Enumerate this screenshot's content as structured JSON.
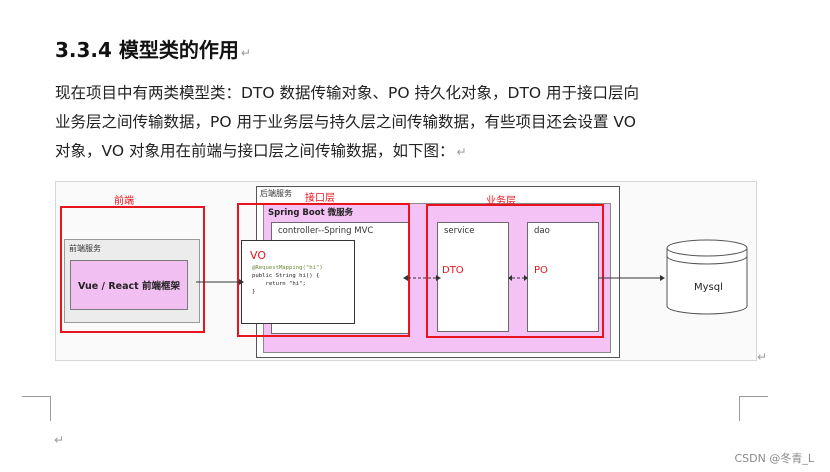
{
  "heading": "3.3.4 模型类的作用",
  "paragraph": {
    "line1": "现在项目中有两类模型类：DTO 数据传输对象、PO 持久化对象，DTO 用于接口层向",
    "line2": "业务层之间传输数据，PO 用于业务层与持久层之间传输数据，有些项目还会设置 VO",
    "line3": "对象，VO 对象用在前端与接口层之间传输数据，如下图："
  },
  "para_mark": "↵",
  "diagram": {
    "frontend_label": "前端",
    "frontend_service": "前端服务",
    "vue_box": "Vue /  React 前端框架",
    "backend_service": "后端服务",
    "interface_label": "接口层",
    "business_label": "业务层",
    "spring_boot": "Spring Boot 微服务",
    "controller": "controller--Spring MVC",
    "vo": "VO",
    "code": {
      "l1": "@RequestMapping(\"hi\")",
      "l2": "public String hi() {",
      "l3": "    return \"hi\";",
      "l4": "}"
    },
    "service": "service",
    "dto": "DTO",
    "dao": "dao",
    "po": "PO",
    "db": "Mysql"
  },
  "watermark": "CSDN @冬青_L",
  "colors": {
    "red": "#e8141e",
    "pink": "#f4c2f4",
    "vue_pink": "#f2bff2"
  }
}
